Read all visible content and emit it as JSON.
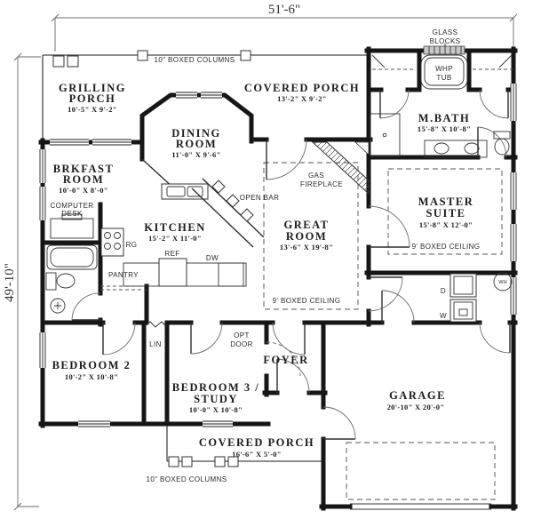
{
  "plan": {
    "dimensions": {
      "width": "51'-6\"",
      "height": "49'-10\""
    },
    "notes": {
      "columns_top": "10\" BOXED COLUMNS",
      "columns_bottom": "10\" BOXED COLUMNS",
      "glass_l1": "GLASS",
      "glass_l2": "BLOCKS"
    },
    "rooms": {
      "grilling_porch": {
        "l1": "GRILLING",
        "l2": "PORCH",
        "dims": "10'-5\" X 9'-2\""
      },
      "covered_porch_top": {
        "l1": "COVERED PORCH",
        "dims": "13'-2\" X 9'-2\""
      },
      "dining": {
        "l1": "DINING",
        "l2": "ROOM",
        "dims": "11'-0\" X 9'-6\""
      },
      "brkfast": {
        "l1": "BRKFAST",
        "l2": "ROOM",
        "dims": "10'-0\" X 8'-0\""
      },
      "kitchen": {
        "l1": "KITCHEN",
        "dims": "15'-2\" X 11'-0\""
      },
      "great": {
        "l1": "GREAT",
        "l2": "ROOM",
        "dims": "13'-6\" X 19'-8\"",
        "ceiling": "9' BOXED CEILING"
      },
      "master": {
        "l1": "MASTER",
        "l2": "SUITE",
        "dims": "15'-8\" X 12'-0\"",
        "ceiling": "9' BOXED CEILING"
      },
      "mbath": {
        "l1": "M.BATH",
        "dims": "15'-8\" X 10'-8\""
      },
      "bedroom2": {
        "l1": "BEDROOM 2",
        "dims": "10'-2\" X 10'-8\""
      },
      "bedroom3": {
        "l1": "BEDROOM 3 /",
        "l2": "STUDY",
        "dims": "10'-0\" X 10'-8\""
      },
      "foyer": {
        "l1": "FOYER"
      },
      "garage": {
        "l1": "GARAGE",
        "dims": "20'-10\" X 20'-0\""
      },
      "covered_porch_bottom": {
        "l1": "COVERED PORCH",
        "dims": "16'-6\" X 5'-0\""
      }
    },
    "fixtures": {
      "whp_l1": "WHP",
      "whp_l2": "TUB",
      "gas_l1": "GAS",
      "gas_l2": "FIREPLACE",
      "open_bar": "OPEN BAR",
      "computer_l1": "COMPUTER",
      "computer_l2": "DESK",
      "ref": "REF",
      "dw": "DW",
      "rg": "RG",
      "pantry": "PANTRY",
      "lin": "LIN",
      "opt_l1": "OPT",
      "opt_l2": "DOOR",
      "dryer": "D",
      "washer": "W",
      "water_heater": "WH"
    }
  }
}
